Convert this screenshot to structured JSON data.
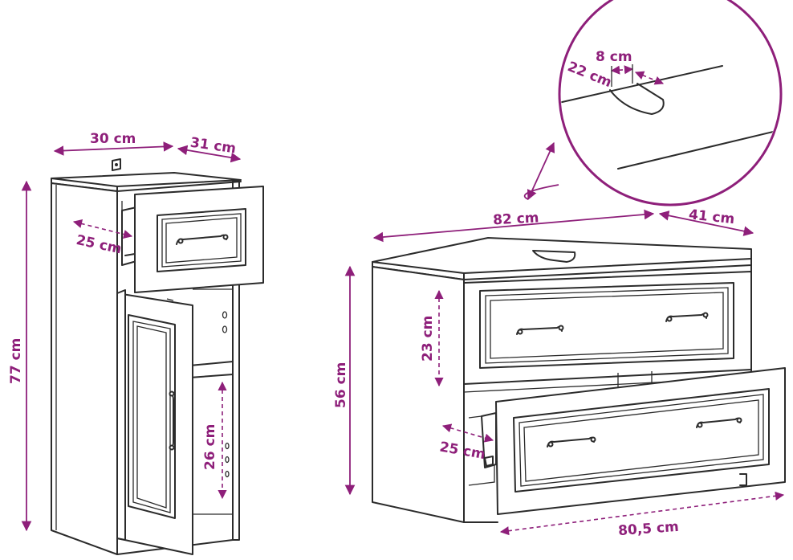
{
  "colors": {
    "accent": "#8e1f7a",
    "line": "#2b2b2b",
    "background": "#ffffff"
  },
  "dimensions": {
    "tall_width": "30 cm",
    "tall_depth": "31 cm",
    "tall_drawer_depth": "25 cm",
    "tall_height": "77 cm",
    "tall_shelf_height": "26 cm",
    "vanity_width": "82 cm",
    "vanity_depth": "41 cm",
    "vanity_height": "56 cm",
    "vanity_drawer_height": "23 cm",
    "vanity_drawer_depth": "25 cm",
    "vanity_inner_width": "80,5 cm",
    "cutout_width": "8 cm",
    "cutout_depth": "22 cm"
  }
}
